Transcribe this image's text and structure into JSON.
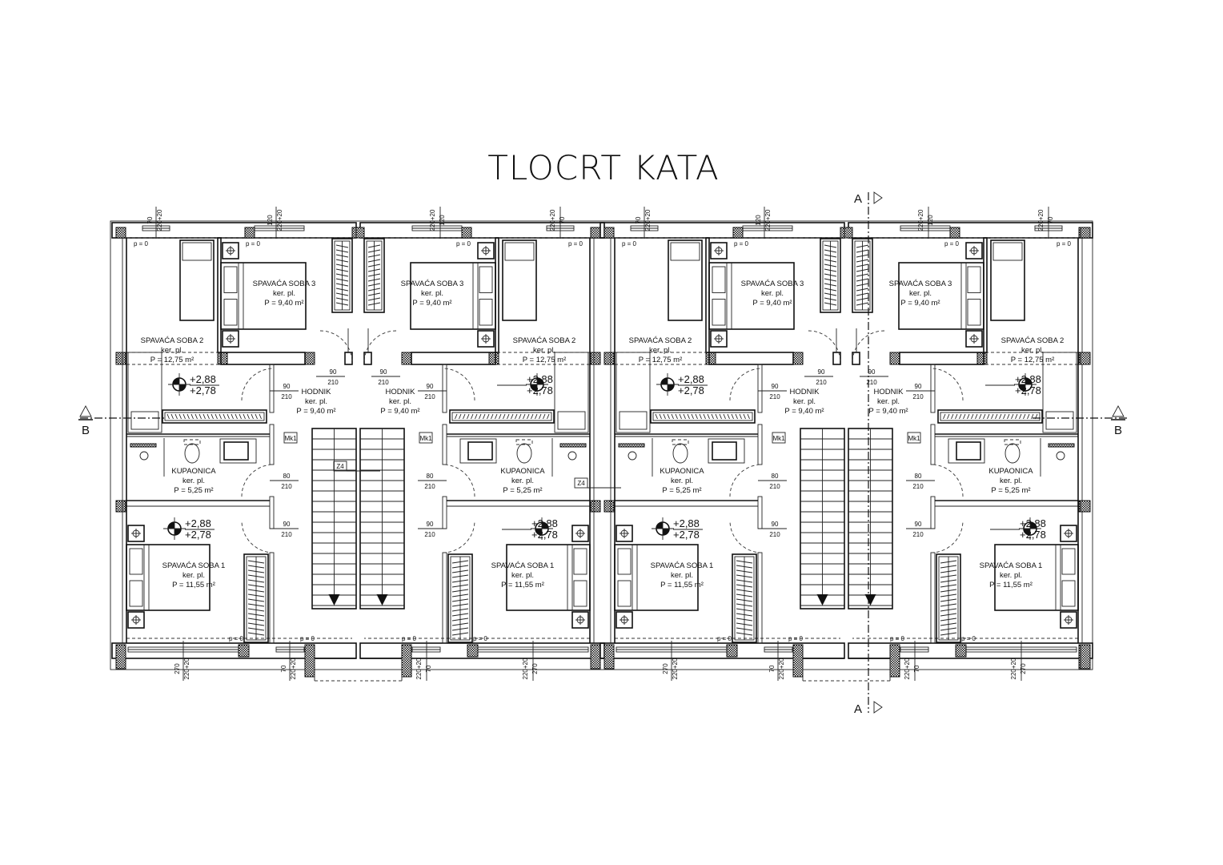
{
  "title": "TLOCRT KATA",
  "rooms": {
    "soba3": {
      "name": "SPAVAĆA SOBA 3",
      "floor": "ker. pl.",
      "area": "P = 9,40 m²"
    },
    "soba2": {
      "name": "SPAVAĆA SOBA 2",
      "floor": "ker. pl.",
      "area": "P = 12,75 m²"
    },
    "hodnik": {
      "name": "HODNIK",
      "floor": "ker. pl.",
      "area": "P = 9,40 m²"
    },
    "kupaonica": {
      "name": "KUPAONICA",
      "floor": "ker. pl.",
      "area": "P = 5,25 m²"
    },
    "soba1": {
      "name": "SPAVAĆA SOBA 1",
      "floor": "ker. pl.",
      "area": "P = 11,55 m²"
    }
  },
  "levels": {
    "top": "+2,88",
    "bottom": "+2,78"
  },
  "doors": {
    "w90": "90",
    "w80": "80",
    "h210": "210"
  },
  "windows": {
    "parapet": "p = 0",
    "w70": "70",
    "w120": "120",
    "w270": "270",
    "h": "220+20"
  },
  "tags": {
    "mk": "Mk1",
    "z": "Z4"
  },
  "sections": {
    "a": "A",
    "b": "B"
  }
}
